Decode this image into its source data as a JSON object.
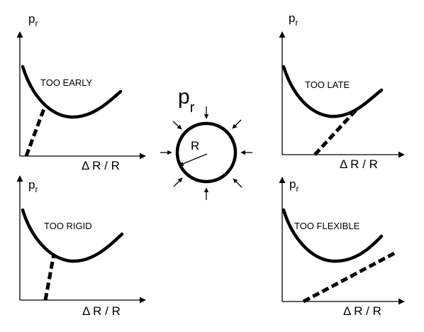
{
  "panels": {
    "too_early": {
      "title": "TOO EARLY",
      "y_label": "p",
      "y_sub": "r",
      "x_label": "Δ R / R"
    },
    "too_late": {
      "title": "TOO LATE",
      "y_label": "p",
      "y_sub": "r",
      "x_label": "Δ R / R"
    },
    "too_rigid": {
      "title": "TOO RIGID",
      "y_label": "p",
      "y_sub": "r",
      "x_label": "Δ R / R"
    },
    "too_flexible": {
      "title": "TOO FLEXIBLE",
      "y_label": "p",
      "y_sub": "r",
      "x_label": "Δ R / R"
    }
  },
  "center": {
    "pressure_label": "p",
    "pressure_sub": "r",
    "radius_label": "R"
  },
  "colors": {
    "ink": "#000000",
    "background": "#ffffff"
  }
}
